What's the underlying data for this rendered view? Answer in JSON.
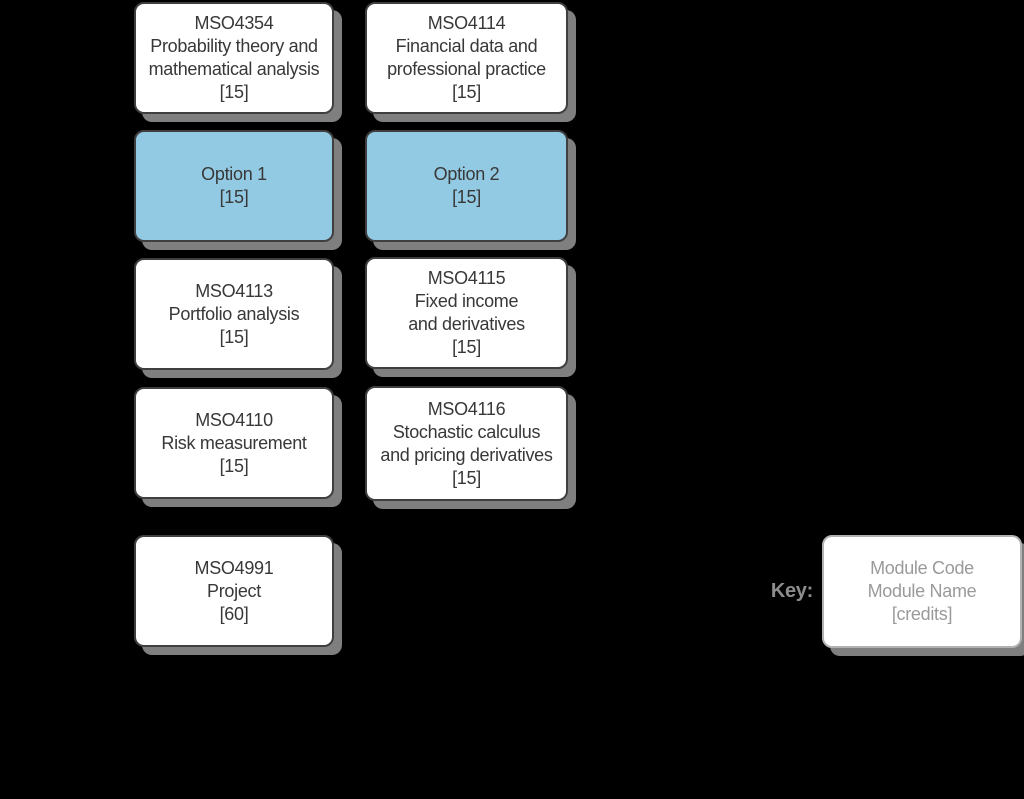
{
  "styles": {
    "background": "#000000",
    "box_fill": "#ffffff",
    "box_border": "#3f3f3f",
    "option_fill": "#93cae3",
    "shadow": "#7f7f7f",
    "text_color": "#383838",
    "key_border": "#b2b2b2",
    "key_text": "#9a9a9a",
    "key_label_color": "#8d8d8d"
  },
  "modules": [
    {
      "lines": [
        "MSO4354",
        "Probability theory and",
        "mathematical analysis",
        "[15]"
      ]
    },
    {
      "lines": [
        "MSO4114",
        "Financial data and",
        "professional practice",
        "[15]"
      ]
    },
    {
      "lines": [
        "Option 1",
        "[15]"
      ]
    },
    {
      "lines": [
        "Option 2",
        "[15]"
      ]
    },
    {
      "lines": [
        "MSO4113",
        "Portfolio analysis",
        "[15]"
      ]
    },
    {
      "lines": [
        "MSO4115",
        "Fixed income",
        "and derivatives",
        "[15]"
      ]
    },
    {
      "lines": [
        "MSO4110",
        "Risk measurement",
        "[15]"
      ]
    },
    {
      "lines": [
        "MSO4116",
        "Stochastic calculus",
        "and pricing derivatives",
        "[15]"
      ]
    },
    {
      "lines": [
        "MSO4991",
        "Project",
        "[60]"
      ]
    }
  ],
  "key": {
    "label": "Key:",
    "lines": [
      "Module Code",
      "Module Name",
      "[credits]"
    ]
  }
}
